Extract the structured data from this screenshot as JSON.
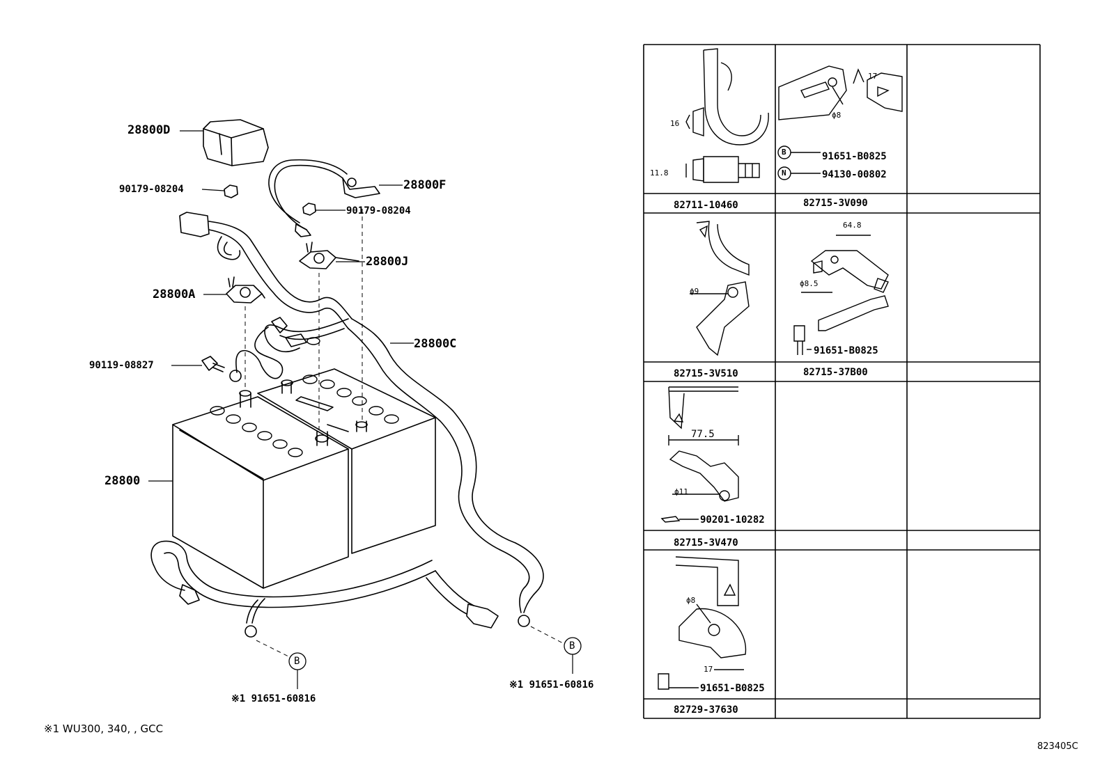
{
  "callouts": {
    "c28800D": "28800D",
    "c90179a": "90179-08204",
    "c28800F": "28800F",
    "c90179b": "90179-08204",
    "c28800J": "28800J",
    "c28800A": "28800A",
    "c28800C": "28800C",
    "c90119": "90119-08827",
    "c28800": "28800",
    "b1": "B",
    "b2": "B",
    "note1": "※1  91651-60816",
    "note2": "※1  91651-60816"
  },
  "footnote": {
    "text": "※1  WU300, 340, , GCC"
  },
  "catalog_id": "823405C",
  "table": {
    "captions": {
      "r1c1": "82711-10460",
      "r1c2": "82715-3V090",
      "r2c1": "82715-3V510",
      "r2c2": "82715-37B00",
      "r3c1": "82715-3V470",
      "r4c1": "82729-37630"
    },
    "parts": {
      "p1": "91651-B0825",
      "p2": "94130-00802",
      "p3": "91651-B0825",
      "p4": "90201-10282",
      "p5": "91651-B0825",
      "badge_b": "B",
      "badge_n": "N"
    },
    "dims": {
      "d16": "16",
      "d11_8": "11.8",
      "d17a": "17",
      "phi8a": "ϕ8",
      "d64_8": "64.8",
      "phi8_5": "ϕ8.5",
      "phi9": "ϕ9",
      "d77_5": "77.5",
      "phi11": "ϕ11",
      "phi8b": "ϕ8",
      "d17b": "17"
    }
  }
}
